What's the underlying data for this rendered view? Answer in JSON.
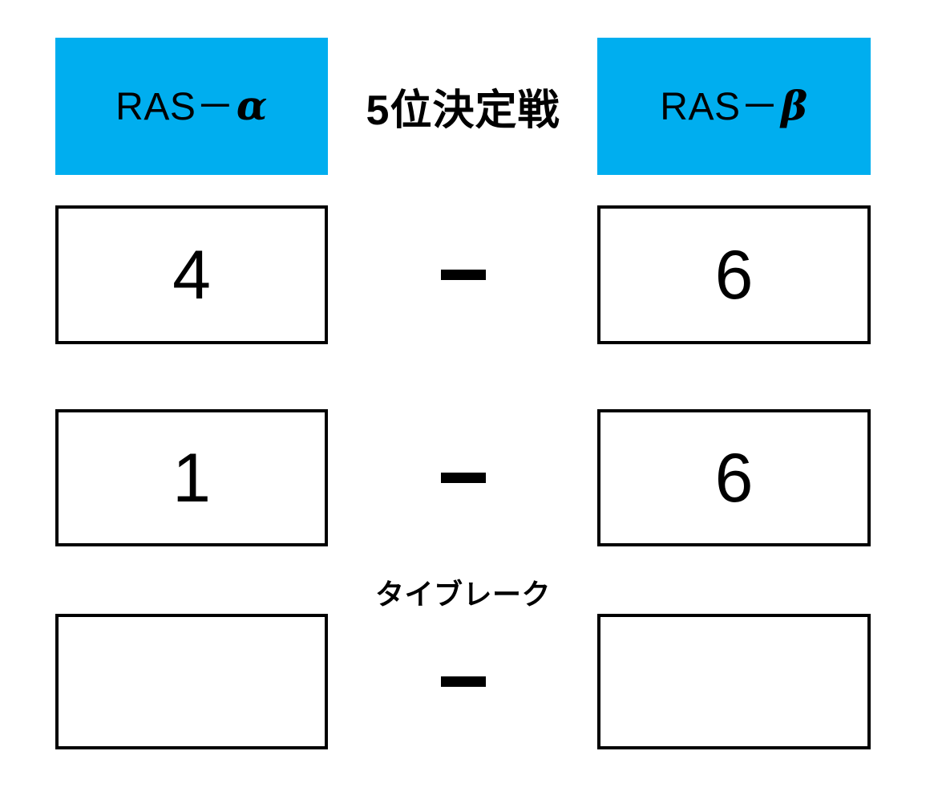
{
  "match": {
    "title": "5位決定戦",
    "accent_color": "#00AEEF",
    "border_color": "#000000",
    "background_color": "#FFFFFF",
    "text_color": "#000000"
  },
  "teams": {
    "left": {
      "name_prefix": "RAS－",
      "name_suffix": "α",
      "full_name": "RAS－α"
    },
    "right": {
      "name_prefix": "RAS－",
      "name_suffix": "β",
      "full_name": "RAS－β"
    }
  },
  "separator": "—",
  "tiebreak_label": "タイブレーク",
  "rows": [
    {
      "id": "game-1",
      "left_score": "4",
      "right_score": "6",
      "separator": "—"
    },
    {
      "id": "game-2",
      "left_score": "1",
      "right_score": "6",
      "separator": "—"
    },
    {
      "id": "tiebreak",
      "left_score": "",
      "right_score": "",
      "separator": "—"
    }
  ]
}
